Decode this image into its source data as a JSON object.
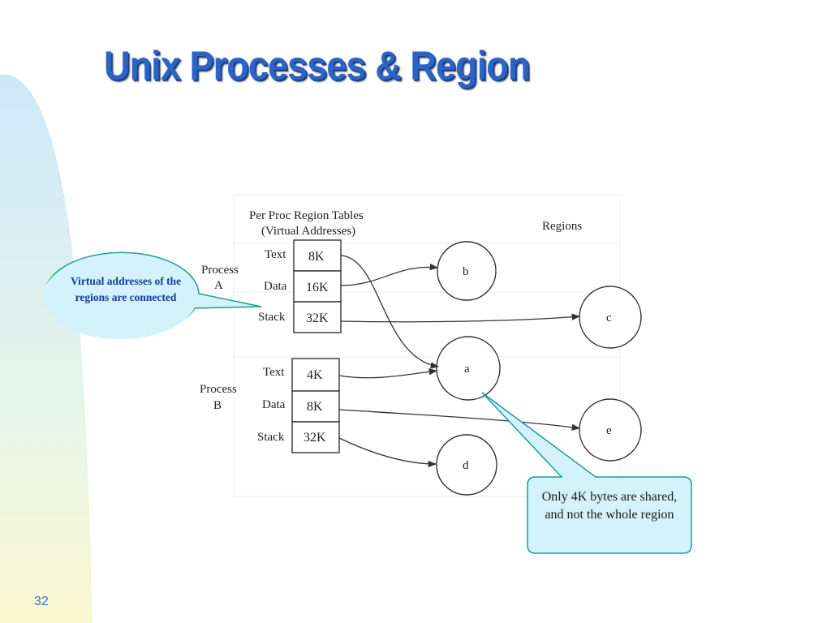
{
  "slide": {
    "title": "Unix Processes & Region",
    "page_number": "32",
    "colors": {
      "title": "#2b63c7",
      "callout_fill": "#d3f2fb",
      "callout_border": "#1aa092",
      "band_top": "#cde8fb",
      "band_bottom": "#fbf8d0"
    }
  },
  "diagram": {
    "header_line1": "Per Proc Region Tables",
    "header_line2": "(Virtual Addresses)",
    "regions_label": "Regions",
    "process_a": {
      "line1": "Process",
      "line2": "A",
      "rows": [
        {
          "label": "Text",
          "size": "8K"
        },
        {
          "label": "Data",
          "size": "16K"
        },
        {
          "label": "Stack",
          "size": "32K"
        }
      ]
    },
    "process_b": {
      "line1": "Process",
      "line2": "B",
      "rows": [
        {
          "label": "Text",
          "size": "4K"
        },
        {
          "label": "Data",
          "size": "8K"
        },
        {
          "label": "Stack",
          "size": "32K"
        }
      ]
    },
    "regions": [
      "b",
      "c",
      "a",
      "e",
      "d"
    ]
  },
  "callouts": {
    "left": "Virtual addresses of the regions are connected",
    "right": "Only 4K bytes are shared, and not the whole region"
  }
}
